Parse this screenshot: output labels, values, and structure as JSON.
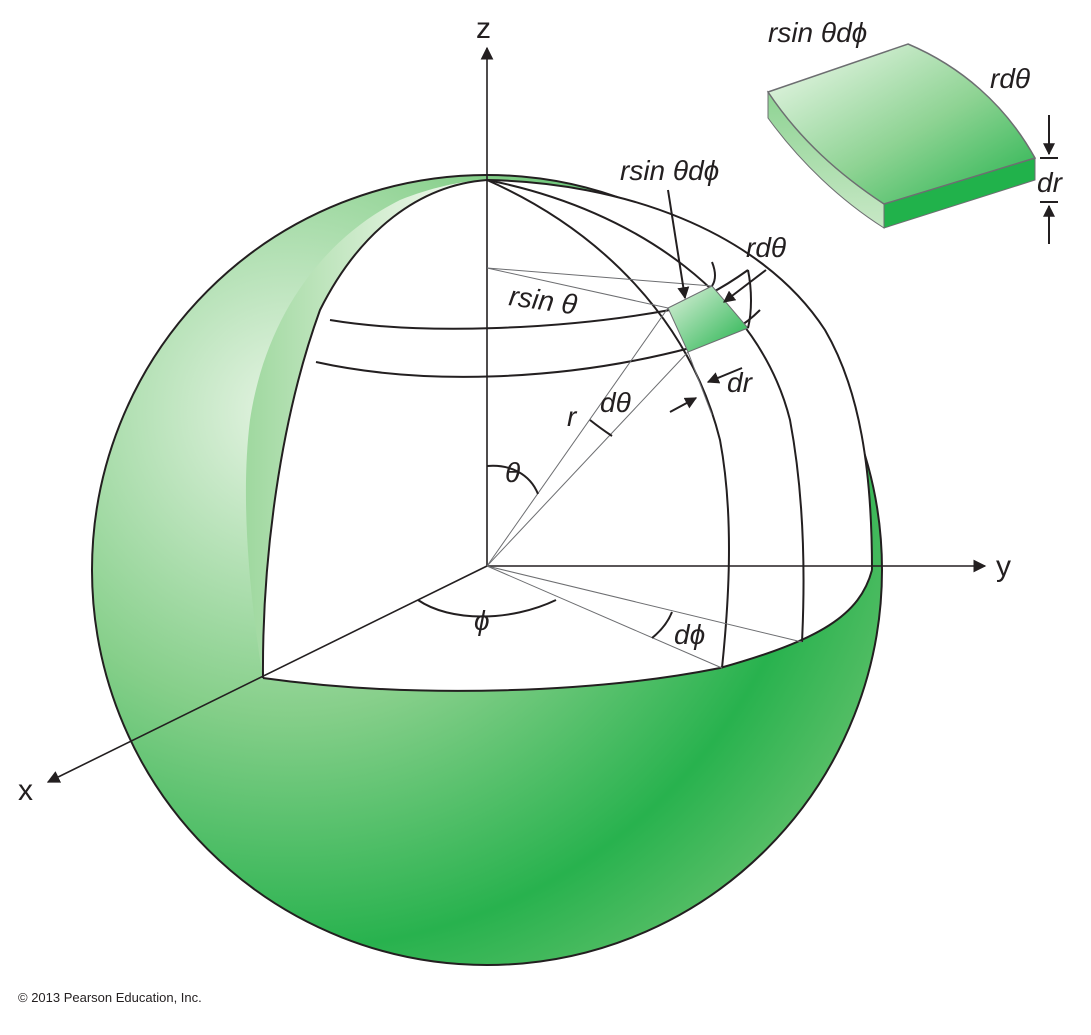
{
  "axes": {
    "z": "z",
    "y": "y",
    "x": "x"
  },
  "labels": {
    "element_top": "rsin θdϕ",
    "element_side": "rdθ",
    "element_dr": "dr",
    "inset_top": "rsin θdϕ",
    "inset_side": "rdθ",
    "inset_dr": "dr",
    "rsin_theta": "rsin θ",
    "r": "r",
    "dtheta": "dθ",
    "theta": "θ",
    "phi": "ϕ",
    "dphi": "dϕ"
  },
  "copyright": "© 2013 Pearson Education, Inc.",
  "colors": {
    "green_dark": "#21b24b",
    "green_light": "#dff1de",
    "line": "#231f20"
  }
}
